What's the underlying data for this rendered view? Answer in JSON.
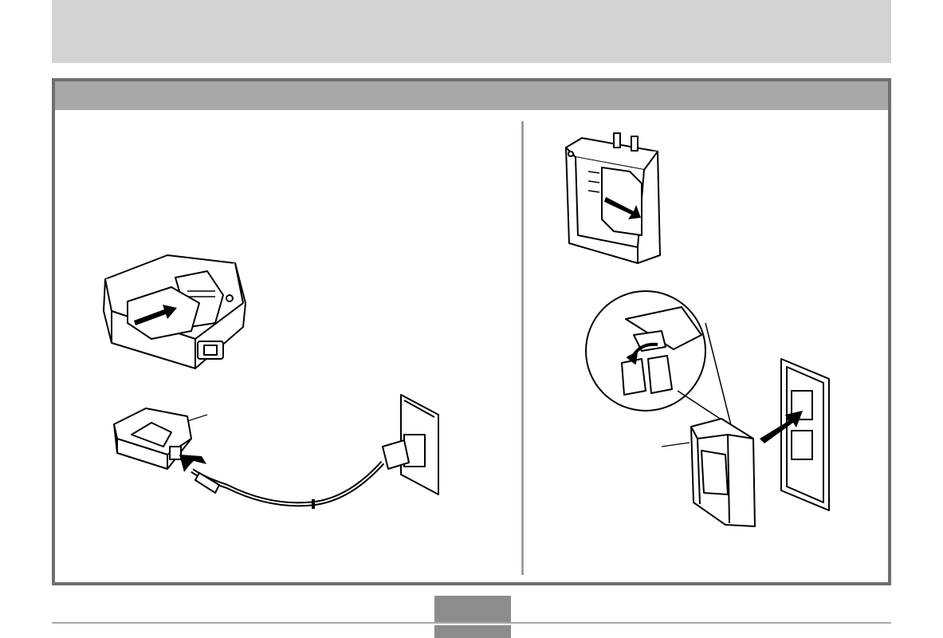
{
  "header": {},
  "figures": {
    "left_top": {
      "icon": "battery-into-charger-illustration"
    },
    "left_bottom": {
      "icon": "charger-with-power-cord-illustration"
    },
    "right_top": {
      "icon": "battery-into-plug-in-charger-illustration"
    },
    "right_bottom": {
      "icon": "plug-in-charger-into-outlet-illustration"
    }
  },
  "footer": {}
}
